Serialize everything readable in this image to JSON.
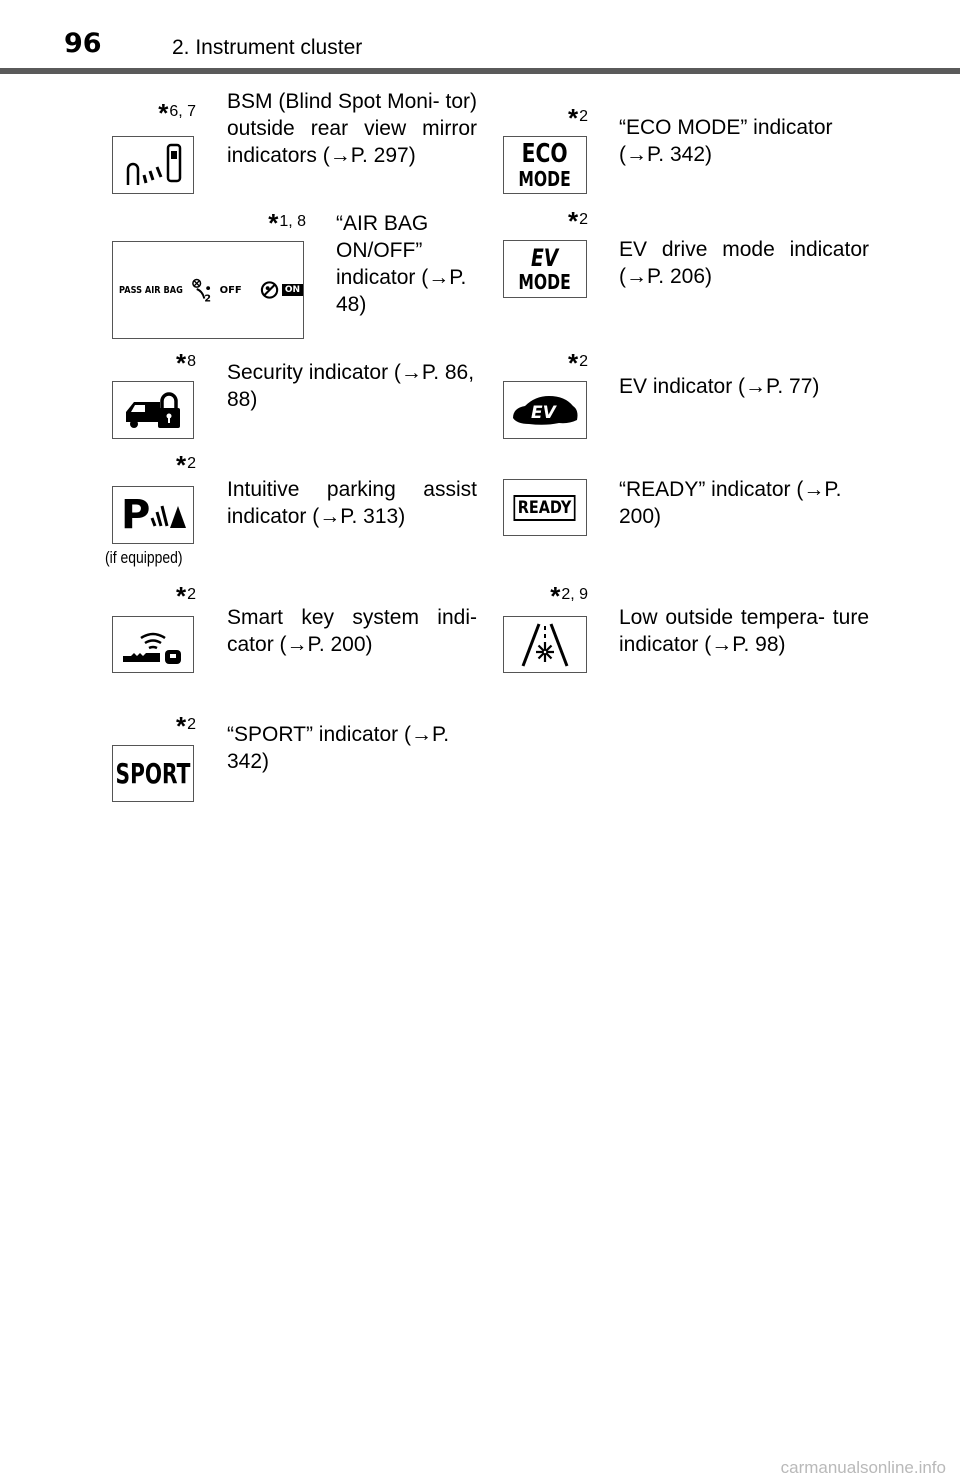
{
  "header": {
    "page_number": "96",
    "section": "2. Instrument cluster"
  },
  "indicators": {
    "bsm": {
      "note": "6, 7",
      "text": "BSM (Blind Spot Moni- tor) outside rear view mirror indicators (→P. 297)"
    },
    "eco": {
      "note": "2",
      "line1": "ECO",
      "line2": "MODE",
      "text": "“ECO MODE” indicator (→P. 342)"
    },
    "airbag": {
      "note": "1, 8",
      "left_label": "PASS AIR BAG",
      "off_label": "OFF",
      "on_label": "ON",
      "text": "“AIR BAG ON/OFF” indicator (→P. 48)"
    },
    "ev_mode": {
      "note": "2",
      "line1": "EV",
      "line2": "MODE",
      "text": "EV drive mode indicator (→P. 206)"
    },
    "security": {
      "note": "8",
      "text": "Security indicator (→P. 86, 88)"
    },
    "ev": {
      "note": "2",
      "label": "EV",
      "text": "EV indicator (→P. 77)"
    },
    "parking": {
      "note": "2",
      "letter": "P",
      "caption": "(if equipped)",
      "text": "Intuitive parking assist indicator (→P. 313)"
    },
    "ready": {
      "label": "READY",
      "text": "“READY” indicator (→P. 200)"
    },
    "smart_key": {
      "note": "2",
      "text": "Smart key system indi- cator (→P. 200)"
    },
    "low_temp": {
      "note": "2, 9",
      "text": "Low outside tempera- ture indicator (→P. 98)"
    },
    "sport": {
      "note": "2",
      "label": "SPORT",
      "text": "“SPORT” indicator (→P. 342)"
    }
  },
  "footer": {
    "watermark": "carmanualsonline.info"
  }
}
